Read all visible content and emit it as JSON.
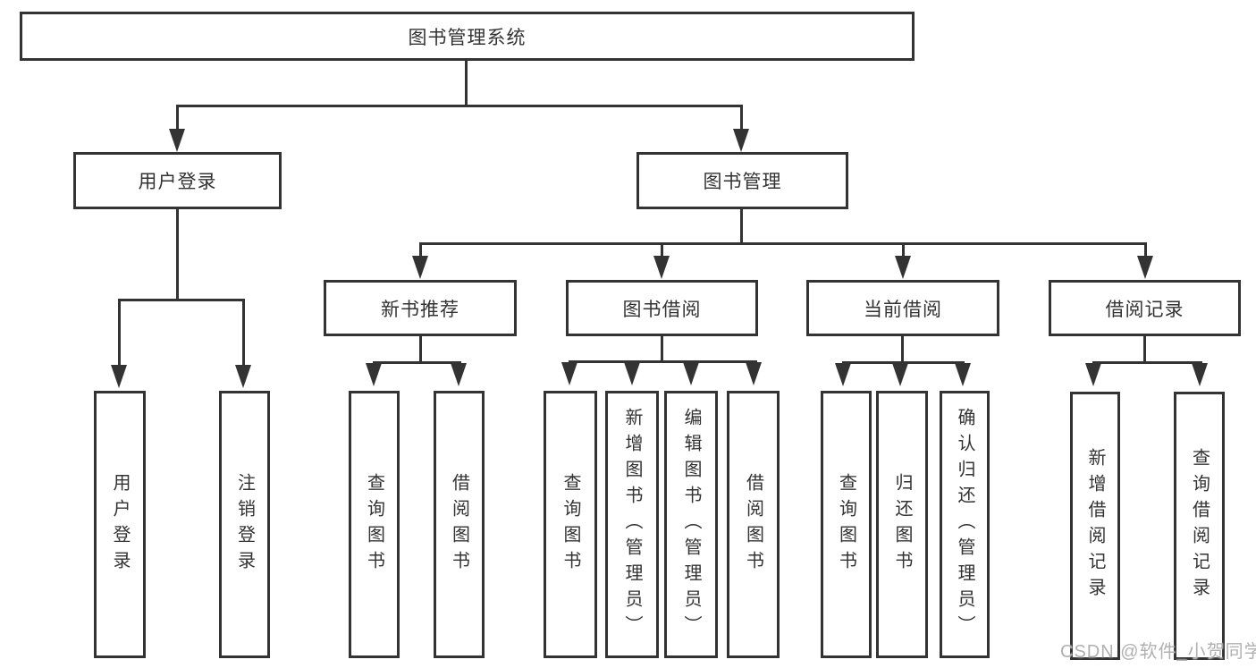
{
  "diagram": {
    "root": {
      "label": "图书管理系统"
    },
    "level2": [
      {
        "label": "用户登录"
      },
      {
        "label": "图书管理"
      }
    ],
    "level3": [
      {
        "label": "新书推荐"
      },
      {
        "label": "图书借阅"
      },
      {
        "label": "当前借阅"
      },
      {
        "label": "借阅记录"
      }
    ],
    "leaves": {
      "user": [
        "用户登录",
        "注销登录"
      ],
      "recommend": [
        "查询图书",
        "借阅图书"
      ],
      "borrow": [
        "查询图书",
        "新增图书（管理员）",
        "编辑图书（管理员）",
        "借阅图书"
      ],
      "current": [
        "查询图书",
        "归还图书",
        "确认归还（管理员）"
      ],
      "records": [
        "新增借阅记录",
        "查询借阅记录"
      ]
    },
    "watermark": "CSDN @软件_小贺同学",
    "colors": {
      "line": "#333333",
      "text": "#333333",
      "watermark": "#b0b0b0",
      "background": "#ffffff"
    }
  }
}
